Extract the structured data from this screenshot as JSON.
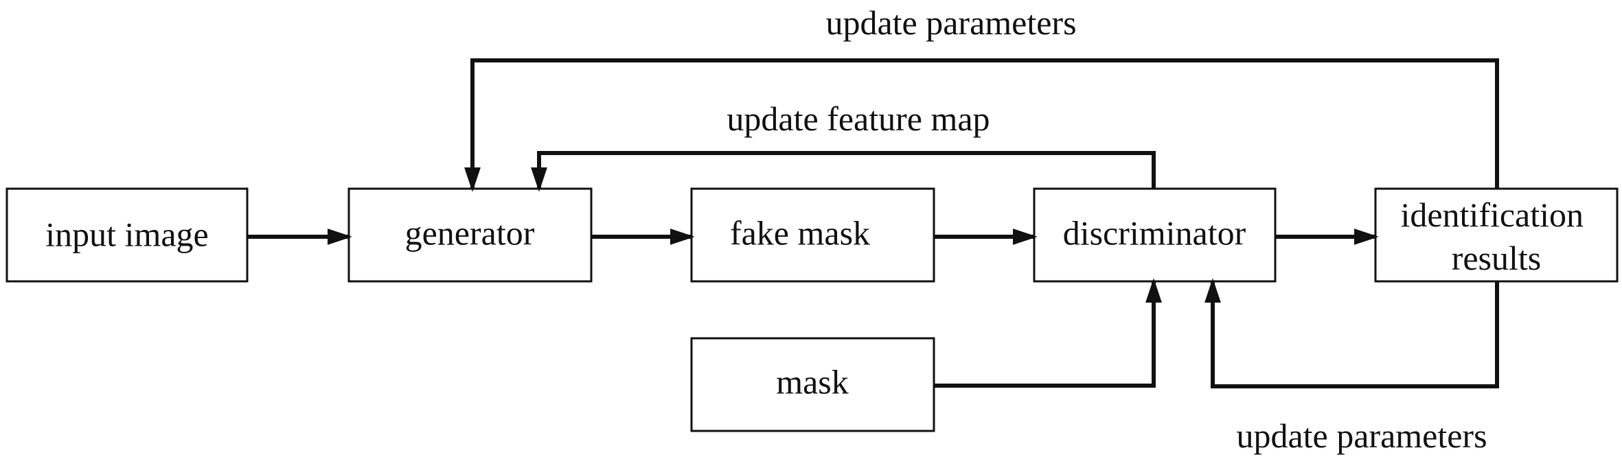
{
  "nodes": {
    "input_image": "input image",
    "generator": "generator",
    "fake_mask": "fake mask",
    "discriminator": "discriminator",
    "identification_results": [
      "identification",
      "results"
    ],
    "mask": "mask"
  },
  "labels": {
    "update_parameters_top": "update parameters",
    "update_feature_map": "update feature map",
    "update_parameters_bottom": "update parameters"
  },
  "colors": {
    "stroke": "#111111",
    "background": "#ffffff"
  }
}
